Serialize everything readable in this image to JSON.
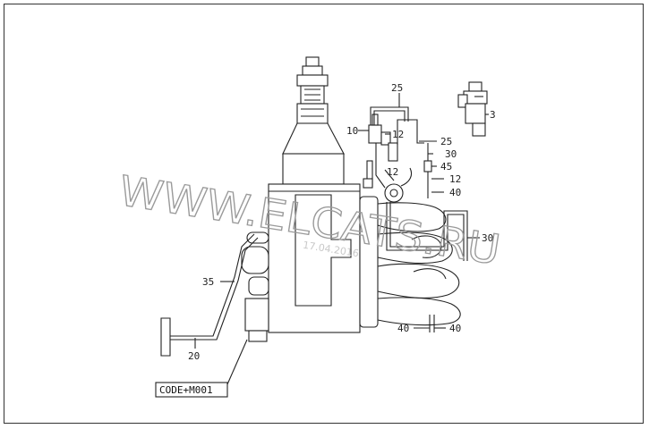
{
  "diagram": {
    "callouts": [
      {
        "id": "c25a",
        "text": "25"
      },
      {
        "id": "c3",
        "text": "3"
      },
      {
        "id": "c10",
        "text": "10"
      },
      {
        "id": "c12a",
        "text": "12"
      },
      {
        "id": "c25b",
        "text": "25"
      },
      {
        "id": "c30a",
        "text": "30"
      },
      {
        "id": "c45",
        "text": "45"
      },
      {
        "id": "c12b",
        "text": "12"
      },
      {
        "id": "c12c",
        "text": "12"
      },
      {
        "id": "c40a",
        "text": "40"
      },
      {
        "id": "c30b",
        "text": "30"
      },
      {
        "id": "c35",
        "text": "35"
      },
      {
        "id": "c20",
        "text": "20"
      },
      {
        "id": "c40b",
        "text": "40"
      },
      {
        "id": "c40c",
        "text": "40"
      }
    ],
    "code_box": "CODE+M001",
    "watermark": "WWW.ELCATS.RU",
    "watermark_date": "17.04.2016"
  }
}
